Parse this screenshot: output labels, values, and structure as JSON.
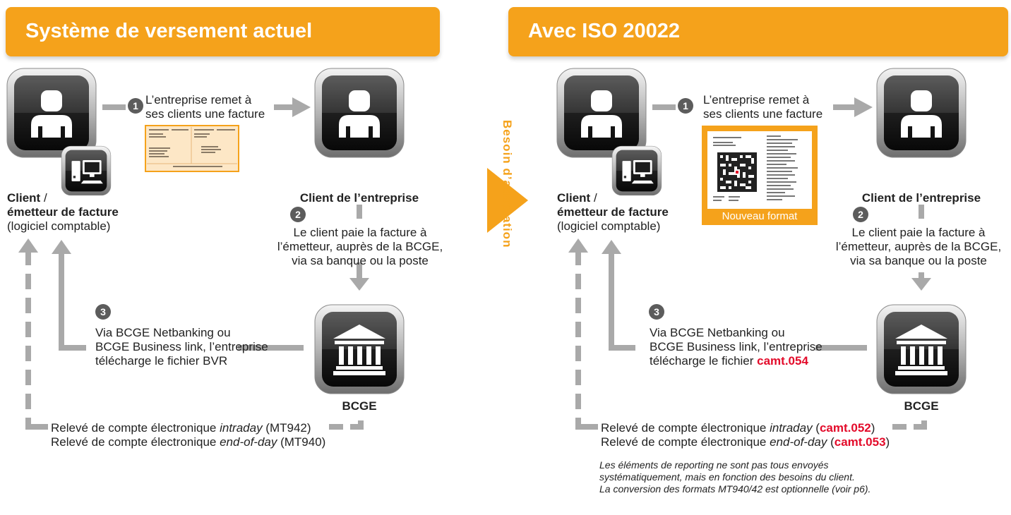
{
  "colors": {
    "accent": "#f5a21b",
    "highlight": "#e30b2a",
    "connector": "#a9a9a9"
  },
  "left": {
    "header": "Système de versement actuel",
    "step1": {
      "number": "1",
      "line1": "L’entreprise remet à",
      "line2": "ses clients une facture"
    },
    "client": {
      "title_bold": "Client",
      "title_rest": " /",
      "line2": "émetteur de facture",
      "line3": "(logiciel comptable)"
    },
    "customer": {
      "label": "Client de l’entreprise"
    },
    "step2": {
      "number": "2",
      "line1": "Le client paie la facture à",
      "line2": "l’émetteur, auprès de la BCGE,",
      "line3": "via sa banque ou la poste"
    },
    "step3": {
      "number": "3",
      "line1": "Via BCGE Netbanking ou",
      "line2": "BCGE Business link, l’entreprise",
      "line3": "télécharge le fichier BVR"
    },
    "bank": {
      "label": "BCGE"
    },
    "statement": {
      "line1_pre": "Relevé de compte électronique ",
      "line1_it": "intraday",
      "line1_post": " (MT942)",
      "line2_pre": "Relevé de compte électronique ",
      "line2_it": "end-of-day",
      "line2_post": " (MT940)"
    }
  },
  "right": {
    "header": "Avec ISO 20022",
    "side_label": "Besoin d’adaptation",
    "step1": {
      "number": "1",
      "line1": "L’entreprise remet à",
      "line2": "ses clients une facture"
    },
    "invoice_caption": "Nouveau format",
    "client": {
      "title_bold": "Client",
      "title_rest": " /",
      "line2": "émetteur de facture",
      "line3": "(logiciel comptable)"
    },
    "customer": {
      "label": "Client de l’entreprise"
    },
    "step2": {
      "number": "2",
      "line1": "Le client paie la facture à",
      "line2": "l’émetteur, auprès de la BCGE,",
      "line3": "via sa banque ou la poste"
    },
    "step3": {
      "number": "3",
      "line1": "Via BCGE Netbanking ou",
      "line2": "BCGE Business link, l’entreprise",
      "line3_pre": "télécharge le fichier ",
      "line3_red": "camt.054"
    },
    "bank": {
      "label": "BCGE"
    },
    "statement": {
      "line1_pre": "Relevé de compte électronique ",
      "line1_it": "intraday",
      "line1_open": " (",
      "line1_red": "camt.052",
      "line1_close": ")",
      "line2_pre": "Relevé de compte électronique ",
      "line2_it": "end-of-day",
      "line2_open": " (",
      "line2_red": "camt.053",
      "line2_close": ")"
    },
    "footnote": {
      "line1": "Les éléments de reporting ne sont pas tous envoyés",
      "line2": "systématiquement, mais en fonction des besoins du client.",
      "line3": "La conversion des formats MT940/42 est optionnelle (voir p6)."
    }
  }
}
